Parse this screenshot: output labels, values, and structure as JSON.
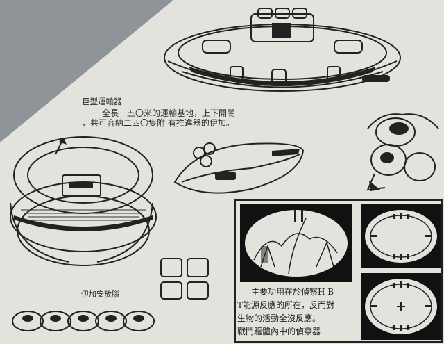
{
  "page": {
    "main_title": "巨型運輸器",
    "main_desc_line1": "全長一五〇米的運輸基地，上下開閤",
    "main_desc_line2": "，共可容納二四〇隻附 有推進器的伊加。",
    "ika_caption": "伊加安放腦"
  },
  "scope": {
    "line1": "主要功用在於偵察H B",
    "line2": "T能源反應的所在，反而對",
    "line3": "生物的活動全沒反應。",
    "line4": "戰鬥驅體內中的偵察器"
  },
  "colors": {
    "ink": "#222222",
    "paper": "#e4e2dd",
    "backdrop": "#8f9498"
  }
}
